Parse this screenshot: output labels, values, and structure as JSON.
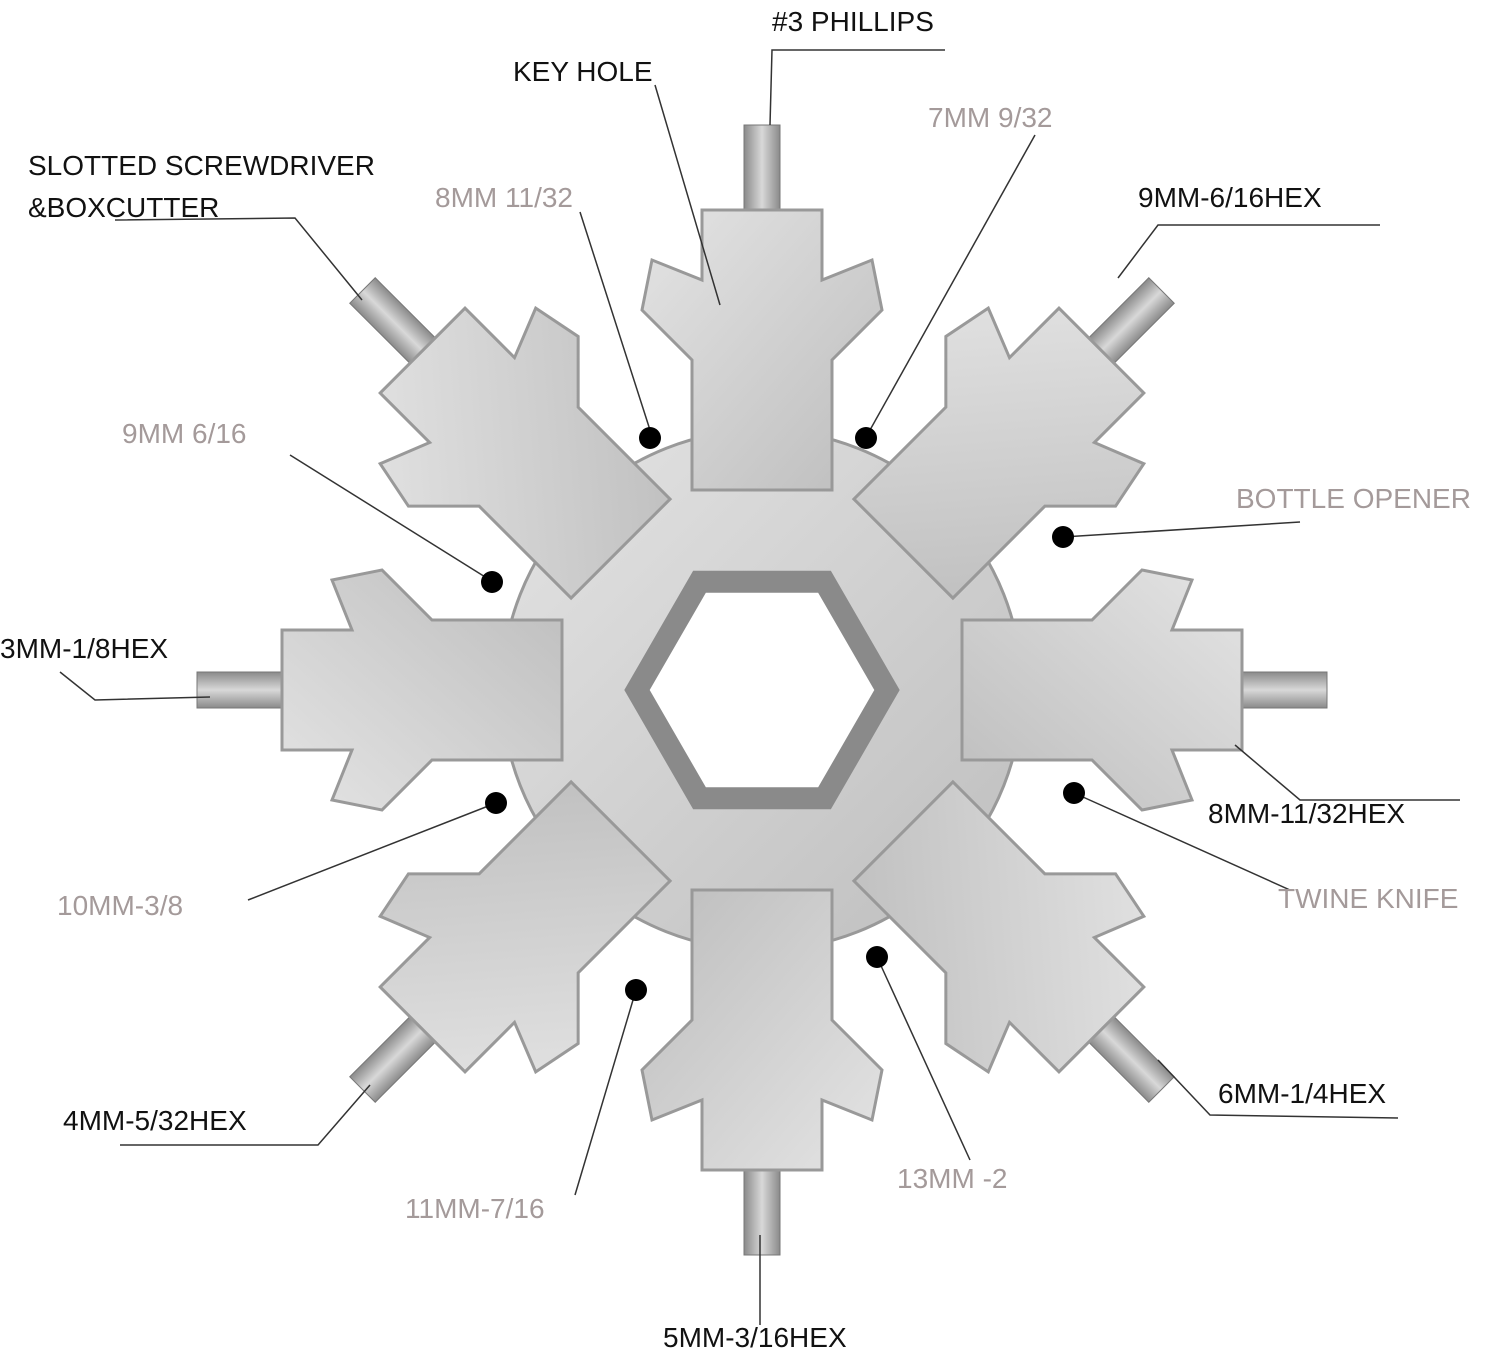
{
  "title": "Snowflake multi-tool",
  "colors": {
    "label_dark": "#111111",
    "label_light": "#a49a9a",
    "metal": "#cfcfcf",
    "metal_edge": "#8f8f8f"
  },
  "labels": {
    "phillips": "#3 PHILLIPS",
    "key_hole": "KEY HOLE",
    "mm7": "7MM 9/32",
    "mm8": "8MM 11/32",
    "hex9": "9MM-6/16HEX",
    "slotted_line1": "SLOTTED SCREWDRIVER",
    "slotted_line2": "&BOXCUTTER",
    "mm9": "9MM 6/16",
    "bottle": "BOTTLE OPENER",
    "hex3": "3MM-1/8HEX",
    "hex8": "8MM-11/32HEX",
    "mm10": "10MM-3/8",
    "twine": "TWINE KNIFE",
    "hex4": "4MM-5/32HEX",
    "hex6": "6MM-1/4HEX",
    "mm13": "13MM -2",
    "mm11": "11MM-7/16",
    "hex5": "5MM-3/16HEX"
  }
}
